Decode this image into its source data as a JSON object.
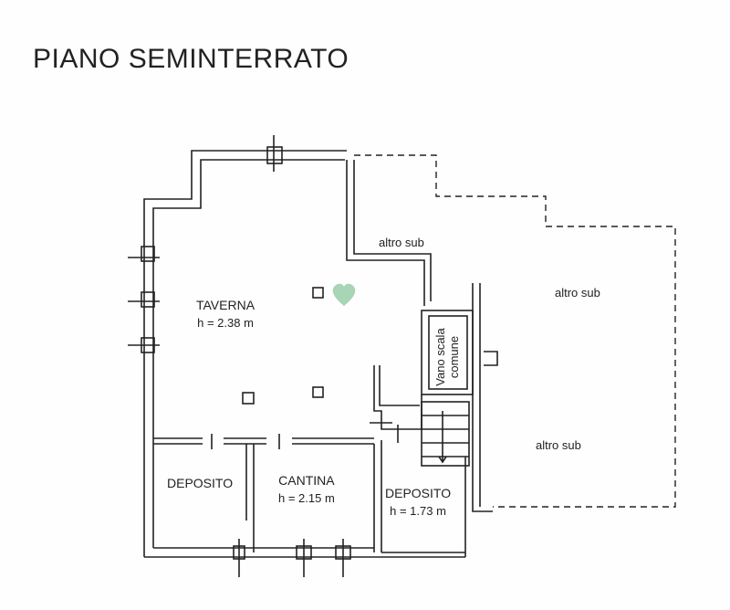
{
  "title": "PIANO SEMINTERRATO",
  "rooms": {
    "taverna": {
      "name": "TAVERNA",
      "height": "h = 2.38 m"
    },
    "deposito_left": {
      "name": "DEPOSITO"
    },
    "cantina": {
      "name": "CANTINA",
      "height": "h = 2.15 m"
    },
    "deposito_right": {
      "name": "DEPOSITO",
      "height": "h = 1.73 m"
    },
    "vano_scala": {
      "line1": "Vano scala",
      "line2": "comune"
    },
    "altro_sub": [
      "altro sub",
      "altro sub",
      "altro sub"
    ]
  },
  "colors": {
    "wall": "#222222",
    "heart": "#a8d5b5"
  }
}
